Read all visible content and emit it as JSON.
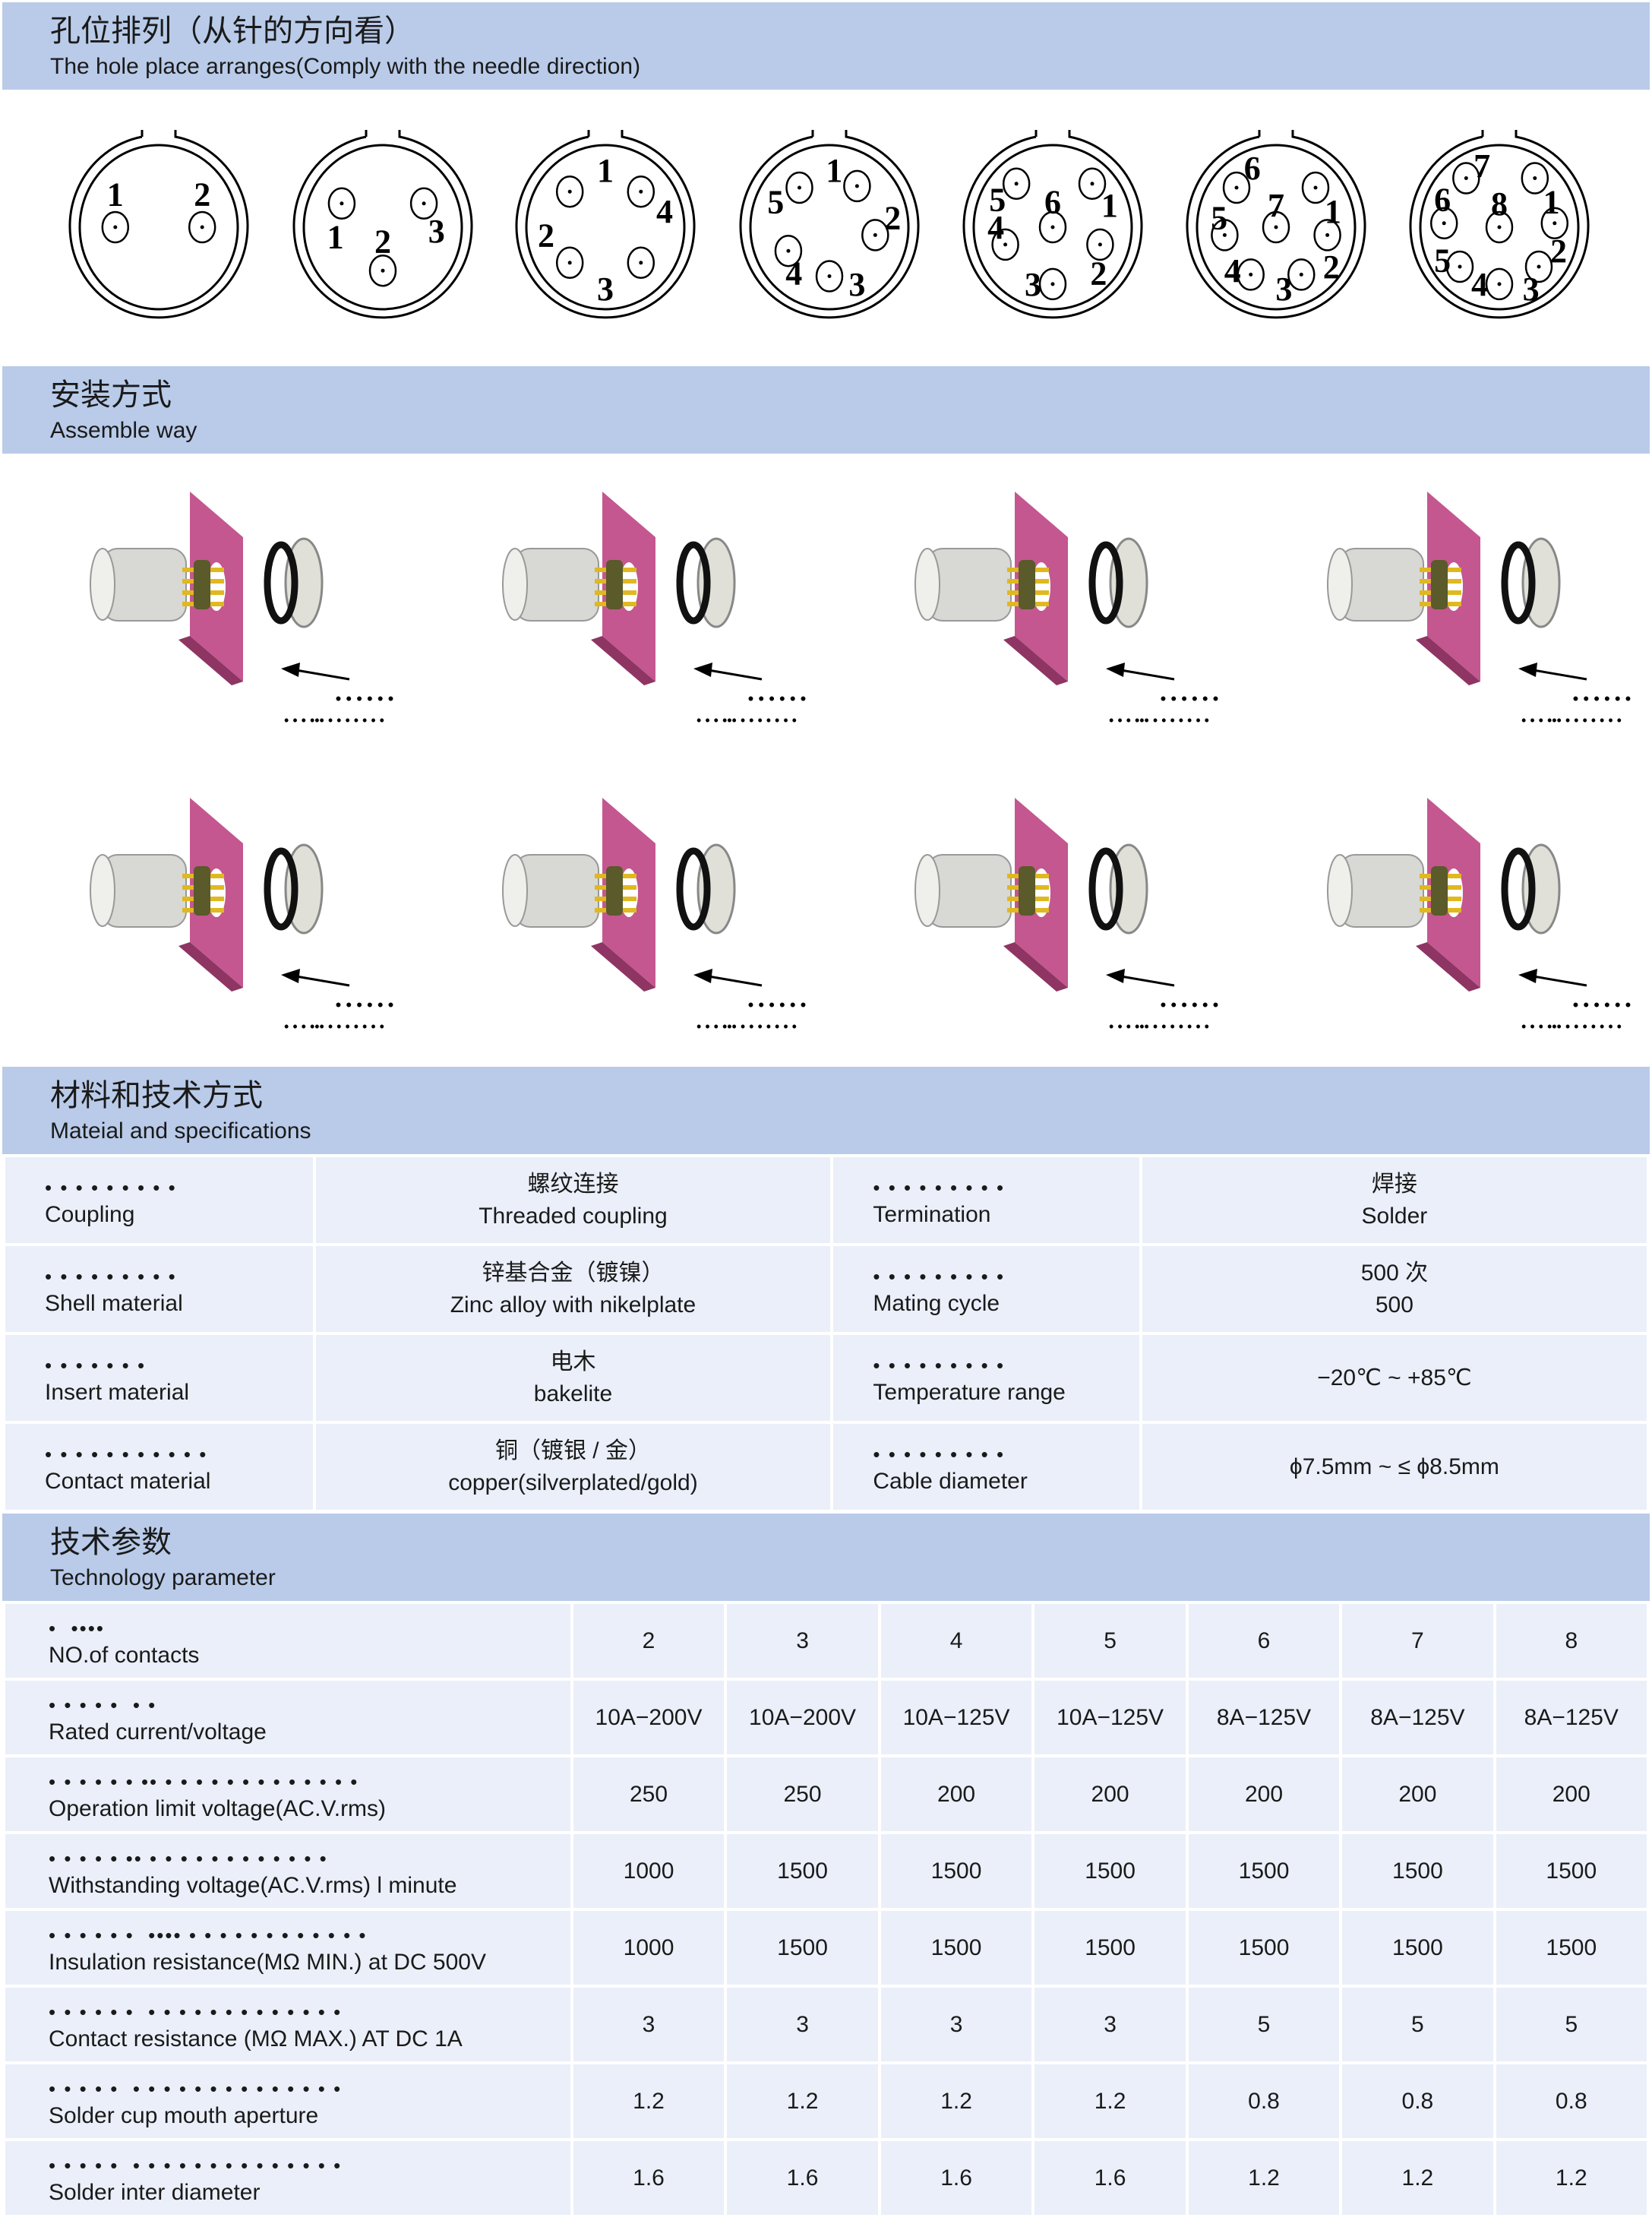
{
  "sections": {
    "holes": {
      "cn": "孔位排列（从针的方向看）",
      "en": "The hole place arranges(Comply with the needle direction)"
    },
    "assemble": {
      "cn": "安装方式",
      "en": "Assemble way"
    },
    "materials": {
      "cn": "材料和技术方式",
      "en": "Mateial and specifications"
    },
    "technology": {
      "cn": "技术参数",
      "en": "Technology parameter"
    }
  },
  "connectors": [
    {
      "pins": [
        "1",
        "2"
      ]
    },
    {
      "pins": [
        "1",
        "2",
        "3"
      ]
    },
    {
      "pins": [
        "1",
        "2",
        "3",
        "4"
      ]
    },
    {
      "pins": [
        "1",
        "2",
        "3",
        "4",
        "5"
      ]
    },
    {
      "pins": [
        "1",
        "2",
        "3",
        "4",
        "5",
        "6"
      ]
    },
    {
      "pins": [
        "1",
        "2",
        "3",
        "4",
        "5",
        "6",
        "7"
      ]
    },
    {
      "pins": [
        "1",
        "2",
        "3",
        "4",
        "5",
        "6",
        "7",
        "8"
      ]
    }
  ],
  "assembly_captions": [
    {
      "line1": "• • • • • •",
      "line2": "• • •  ••• • • • • • • •"
    },
    {
      "line1": "• • • • • •",
      "line2": "• • •  ••• • • • • • • •"
    },
    {
      "line1": "• • • • • •",
      "line2": "• • •  ••• • • • • • • •"
    },
    {
      "line1": "• • • • • •",
      "line2": "• • •  ••• • • • • • • •"
    },
    {
      "line1": "• • • • • •",
      "line2": "• • •  ••• • • • • • • •"
    },
    {
      "line1": "• • • • • •",
      "line2": "• • •  ••• • • • • • • •"
    },
    {
      "line1": "• • • • • •",
      "line2": "• • •  ••• • • • • • • •"
    },
    {
      "line1": "• • • • • •",
      "line2": "• • •  ••• • • • • • • •"
    }
  ],
  "colors": {
    "header_bg": "#b9cbe9",
    "table_bg": "#eaeff9",
    "plate": "#c4578f"
  },
  "specs": [
    {
      "l_dots": "• • • • • • • • •",
      "l_en": "Coupling",
      "l_cn_val": "螺纹连接",
      "l_en_val": "Threaded coupling",
      "r_dots": "• • • • • • • • •",
      "r_en": "Termination",
      "r_cn_val": "焊接",
      "r_en_val": "Solder"
    },
    {
      "l_dots": "• • • • • • • • •",
      "l_en": "Shell material",
      "l_cn_val": "锌基合金（镀镍）",
      "l_en_val": "Zinc alloy with nikelplate",
      "r_dots": "• • • • • • • • •",
      "r_en": "Mating cycle",
      "r_cn_val": "500 次",
      "r_en_val": "500"
    },
    {
      "l_dots": "• • • • • • •",
      "l_en": "Insert material",
      "l_cn_val": "电木",
      "l_en_val": "bakelite",
      "r_dots": "• • • • • • • • •",
      "r_en": "Temperature range",
      "r_cn_val": "−20℃ ~ +85℃",
      "r_en_val": ""
    },
    {
      "l_dots": "• • • • • • • • • • •",
      "l_en": "Contact material",
      "l_cn_val": "铜（镀银 / 金）",
      "l_en_val": "copper(silverplated/gold)",
      "r_dots": "• • • • • • • • •",
      "r_en": "Cable diameter",
      "r_cn_val": "ϕ7.5mm ~ ≤ ϕ8.5mm",
      "r_en_val": ""
    }
  ],
  "parameters": [
    {
      "dots": "•  ••••",
      "label": "NO.of contacts",
      "values": [
        "2",
        "3",
        "4",
        "5",
        "6",
        "7",
        "8"
      ]
    },
    {
      "dots": "• • • • •  • •",
      "label": "Rated current/voltage",
      "values": [
        "10A−200V",
        "10A−200V",
        "10A−125V",
        "10A−125V",
        "8A−125V",
        "8A−125V",
        "8A−125V"
      ]
    },
    {
      "dots": "• • • • • • •• • • • • • • • • • • • • •",
      "label": "Operation limit voltage(AC.V.rms)",
      "values": [
        "250",
        "250",
        "200",
        "200",
        "200",
        "200",
        "200"
      ]
    },
    {
      "dots": "• • • • • •• • • • • • • • • • • • •",
      "label": "Withstanding voltage(AC.V.rms) l minute",
      "values": [
        "1000",
        "1500",
        "1500",
        "1500",
        "1500",
        "1500",
        "1500"
      ]
    },
    {
      "dots": "• • • • • •  •••• • • • • • • • • • • • •",
      "label": "Insulation resistance(MΩ MIN.) at DC 500V",
      "values": [
        "1000",
        "1500",
        "1500",
        "1500",
        "1500",
        "1500",
        "1500"
      ]
    },
    {
      "dots": "• • • • • •  • • • • • • • • • • • • •",
      "label": "Contact resistance (MΩ MAX.) AT DC 1A",
      "values": [
        "3",
        "3",
        "3",
        "3",
        "5",
        "5",
        "5"
      ]
    },
    {
      "dots": "• • • • •  • • • • • • • • • • • • • •",
      "label": "Solder cup mouth aperture",
      "values": [
        "1.2",
        "1.2",
        "1.2",
        "1.2",
        "0.8",
        "0.8",
        "0.8"
      ]
    },
    {
      "dots": "• • • • •  • • • • • • • • • • • • • •",
      "label": "Solder inter diameter",
      "values": [
        "1.6",
        "1.6",
        "1.6",
        "1.6",
        "1.2",
        "1.2",
        "1.2"
      ]
    }
  ]
}
